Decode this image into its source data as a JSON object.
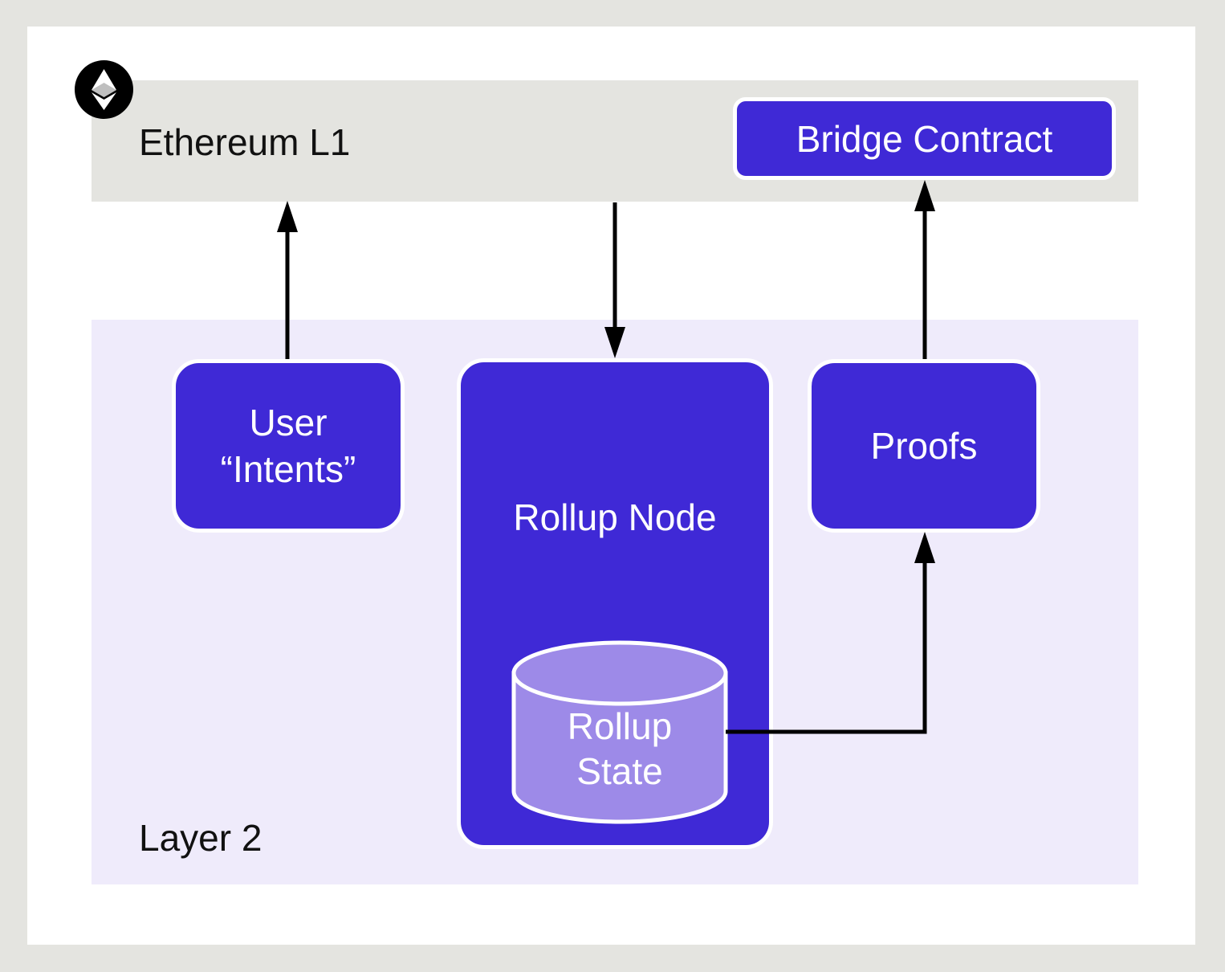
{
  "layers": {
    "l1_label": "Ethereum L1",
    "l2_label": "Layer 2"
  },
  "nodes": {
    "bridge_contract": "Bridge Contract",
    "user_intents_line1": "User",
    "user_intents_line2": "“Intents”",
    "rollup_node": "Rollup Node",
    "rollup_state_line1": "Rollup",
    "rollup_state_line2": "State",
    "proofs": "Proofs"
  },
  "colors": {
    "node_fill": "#3f29d6",
    "state_fill": "#9d8ae8",
    "l1_band": "#e4e4e0",
    "l2_band": "#efebfb",
    "arrow": "#000000"
  },
  "icons": {
    "ethereum": "ethereum-logo-icon"
  }
}
